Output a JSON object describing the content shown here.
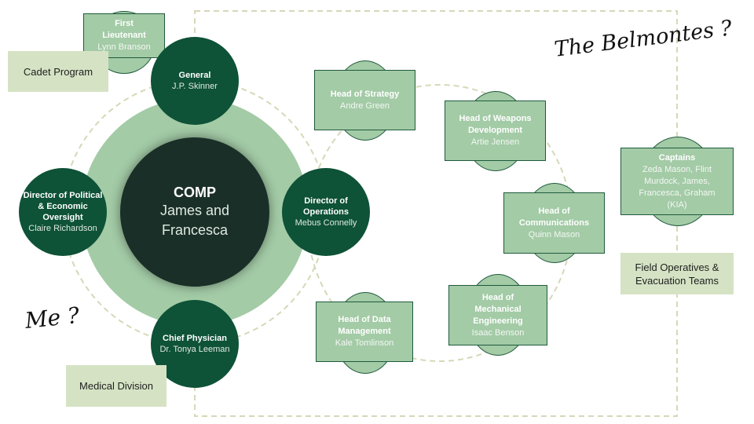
{
  "comp": {
    "title": "COMP",
    "names": "James and Francesca"
  },
  "nodes": {
    "general": {
      "title": "General",
      "name": "J.P. Skinner"
    },
    "first_lieutenant": {
      "title": "First Lieutenant",
      "name": "Lynn Branson"
    },
    "director_political": {
      "title": "Director of Political & Economic Oversight",
      "name": "Claire Richardson"
    },
    "director_operations": {
      "title": "Director of Operations",
      "name": "Mebus Connelly"
    },
    "chief_physician": {
      "title": "Chief Physician",
      "name": "Dr. Tonya Leeman"
    },
    "head_strategy": {
      "title": "Head of Strategy",
      "name": "Andre Green"
    },
    "head_weapons": {
      "title": "Head of Weapons Development",
      "name": "Artie Jensen"
    },
    "head_communications": {
      "title": "Head of Communications",
      "name": "Quinn Mason"
    },
    "head_mechanical": {
      "title": "Head of Mechanical Engineering",
      "name": "Isaac Benson"
    },
    "head_data": {
      "title": "Head of Data Management",
      "name": "Kale Tomlinson"
    },
    "captains": {
      "title": "Captains",
      "name": "Zeda Mason, Flint Murdock, James, Francesca, Graham (KIA)"
    }
  },
  "labels": {
    "cadet_program": "Cadet Program",
    "medical_division": "Medical Division",
    "field_operatives": "Field Operatives & Evacuation Teams"
  },
  "annotations": {
    "belmontes": "The Belmontes ?",
    "me": "Me ?"
  },
  "colors": {
    "dark_green": "#0e5237",
    "core": "#1a2f28",
    "light_green": "#a3cba6",
    "label_bg": "#d5e3c4",
    "dash": "#d6d8b8"
  }
}
